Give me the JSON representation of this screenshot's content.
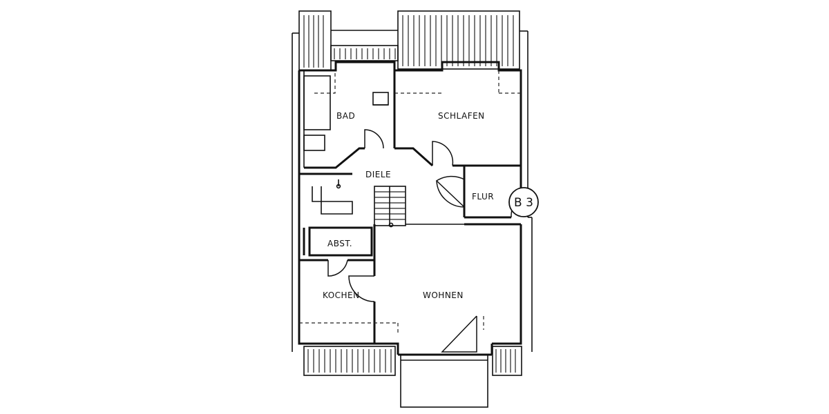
{
  "rooms": {
    "bad": "BAD",
    "schlafen": "SCHLAFEN",
    "diele": "DIELE",
    "flur": "FLUR",
    "abst": "ABST.",
    "kochen": "KOCHEN",
    "wohnen": "WOHNEN"
  },
  "unit_badge": "B 3"
}
